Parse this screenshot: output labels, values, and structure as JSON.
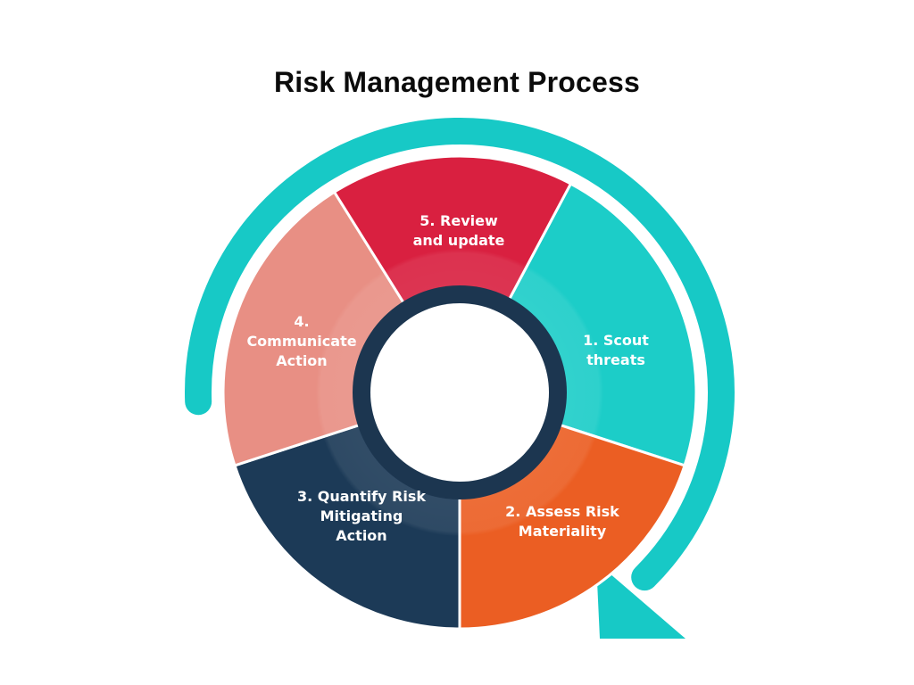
{
  "title": "Risk Management Process",
  "colors": {
    "cycle_arrow": "#17c9c6",
    "hub_ring": "#1c3650",
    "hub_center": "#ffffff",
    "segment_border": "#ffffff"
  },
  "steps": [
    {
      "id": "scout",
      "lines": [
        "1. Scout",
        "threats"
      ],
      "color": "#1ccdc8"
    },
    {
      "id": "assess",
      "lines": [
        "2.  Assess Risk",
        "Materiality"
      ],
      "color": "#eb5e23"
    },
    {
      "id": "quantify",
      "lines": [
        "3. Quantify Risk",
        "Mitigating",
        "Action"
      ],
      "color": "#1c3a57"
    },
    {
      "id": "communicate",
      "lines": [
        "4.",
        "Communicate",
        "Action"
      ],
      "color": "#e88f84"
    },
    {
      "id": "review",
      "lines": [
        "5.  Review",
        "and update"
      ],
      "color": "#d92040"
    }
  ]
}
